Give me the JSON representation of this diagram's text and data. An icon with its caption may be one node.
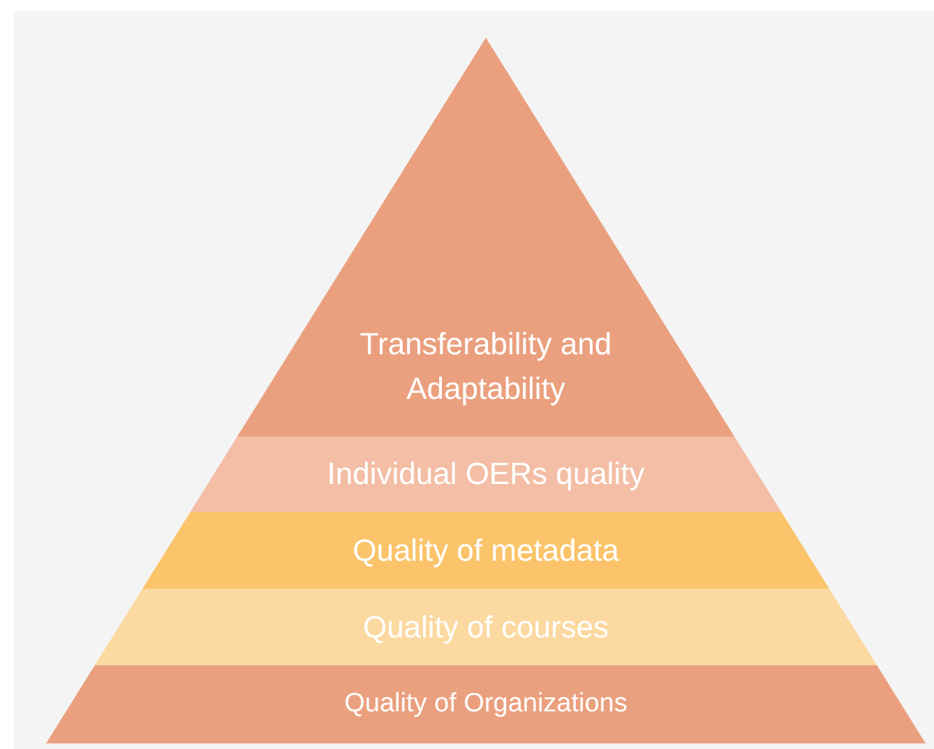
{
  "diagram": {
    "nodes": [
      {
        "text": [
          "Transferability and Adaptability"
        ]
      },
      {
        "text": [
          "Individual OERs quality"
        ]
      },
      {
        "text": [
          "Quality of metadata"
        ]
      },
      {
        "text": [
          "Quality of courses"
        ]
      },
      {
        "text": [
          "Quality of Organizations"
        ]
      }
    ]
  }
}
